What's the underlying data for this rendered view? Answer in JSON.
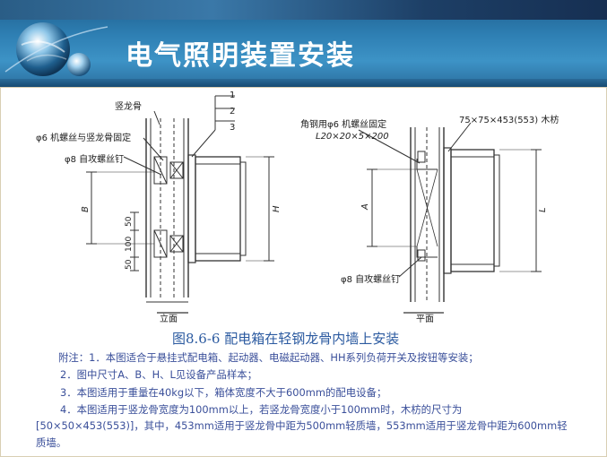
{
  "slide": {
    "title": "电气照明装置安装"
  },
  "diagram": {
    "left_view": {
      "label_keel": "竖龙骨",
      "label_screw_fix": "φ6 机螺丝与竖龙骨固定",
      "label_self_tap": "φ8 自攻螺丝钉",
      "callout_1": "1",
      "callout_2": "2",
      "callout_3": "3",
      "dim_B": "B",
      "dim_50_top": "50",
      "dim_100": "100",
      "dim_50_bottom": "50",
      "dim_H": "H",
      "view_name": "立面"
    },
    "right_view": {
      "label_angle_steel_1": "角钢用φ6 机螺丝固定",
      "label_angle_steel_2": "L20×20×5×200",
      "label_wood": "75×75×453(553) 木枋",
      "dim_A": "A",
      "dim_L": "L",
      "label_self_tap": "φ8 自攻螺丝钉",
      "view_name": "平面"
    }
  },
  "caption": "图8.6-6    配电箱在轻钢龙骨内墙上安装",
  "notes": [
    "附注：1．本图适合于悬挂式配电箱、起动器、电磁起动器、HH系列负荷开关及按钮等安装；",
    "2．图中尺寸A、B、H、L见设备产品样本；",
    "3．本图适用于重量在40kg以下，箱体宽度不大于600mm的配电设备；",
    "4．本图适用于竖龙骨宽度为100mm以上，若竖龙骨宽度小于100mm时，木枋的尺寸为",
    "[50×50×453(553)]，其中，453mm适用于竖龙骨中距为500mm轻质墙，553mm适用于竖龙骨中距为600mm轻",
    "质墙。"
  ],
  "colors": {
    "header_blue": "#2e7fb3",
    "caption_blue": "#2b5aa0",
    "note_blue": "#3a4f9a",
    "slide_bg": "#f6efdc"
  }
}
